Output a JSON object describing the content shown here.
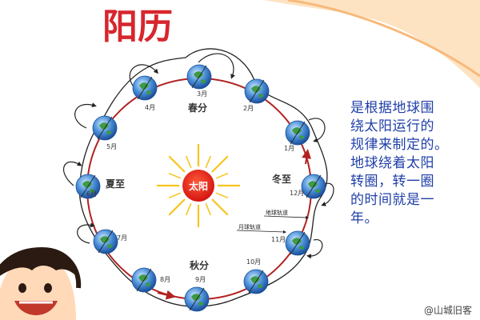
{
  "title": "阳历",
  "sun_label": "太阳",
  "seasons": {
    "spring": "春分",
    "summer": "夏至",
    "autumn": "秋分",
    "winter": "冬至"
  },
  "months": [
    "1月",
    "2月",
    "3月",
    "4月",
    "5月",
    "6月",
    "7月",
    "8月",
    "9月",
    "10月",
    "11月",
    "12月"
  ],
  "orbit_labels": {
    "earth_orbit": "地球轨道",
    "moon_orbit": "月球轨道"
  },
  "description_lines": [
    "是根据地球围",
    "绕太阳运行的",
    "规律来制定的。",
    "地球绕着太阳",
    "转圈，转一圈",
    "的时间就是一",
    "年。"
  ],
  "watermark": "@山城旧客",
  "colors": {
    "title": "#d7262e",
    "orbit": "#b22222",
    "sun": "#e8201a",
    "sun_rays": "#f7c51e",
    "description": "#1f3fa8",
    "background_blob": "#fde3c2"
  }
}
